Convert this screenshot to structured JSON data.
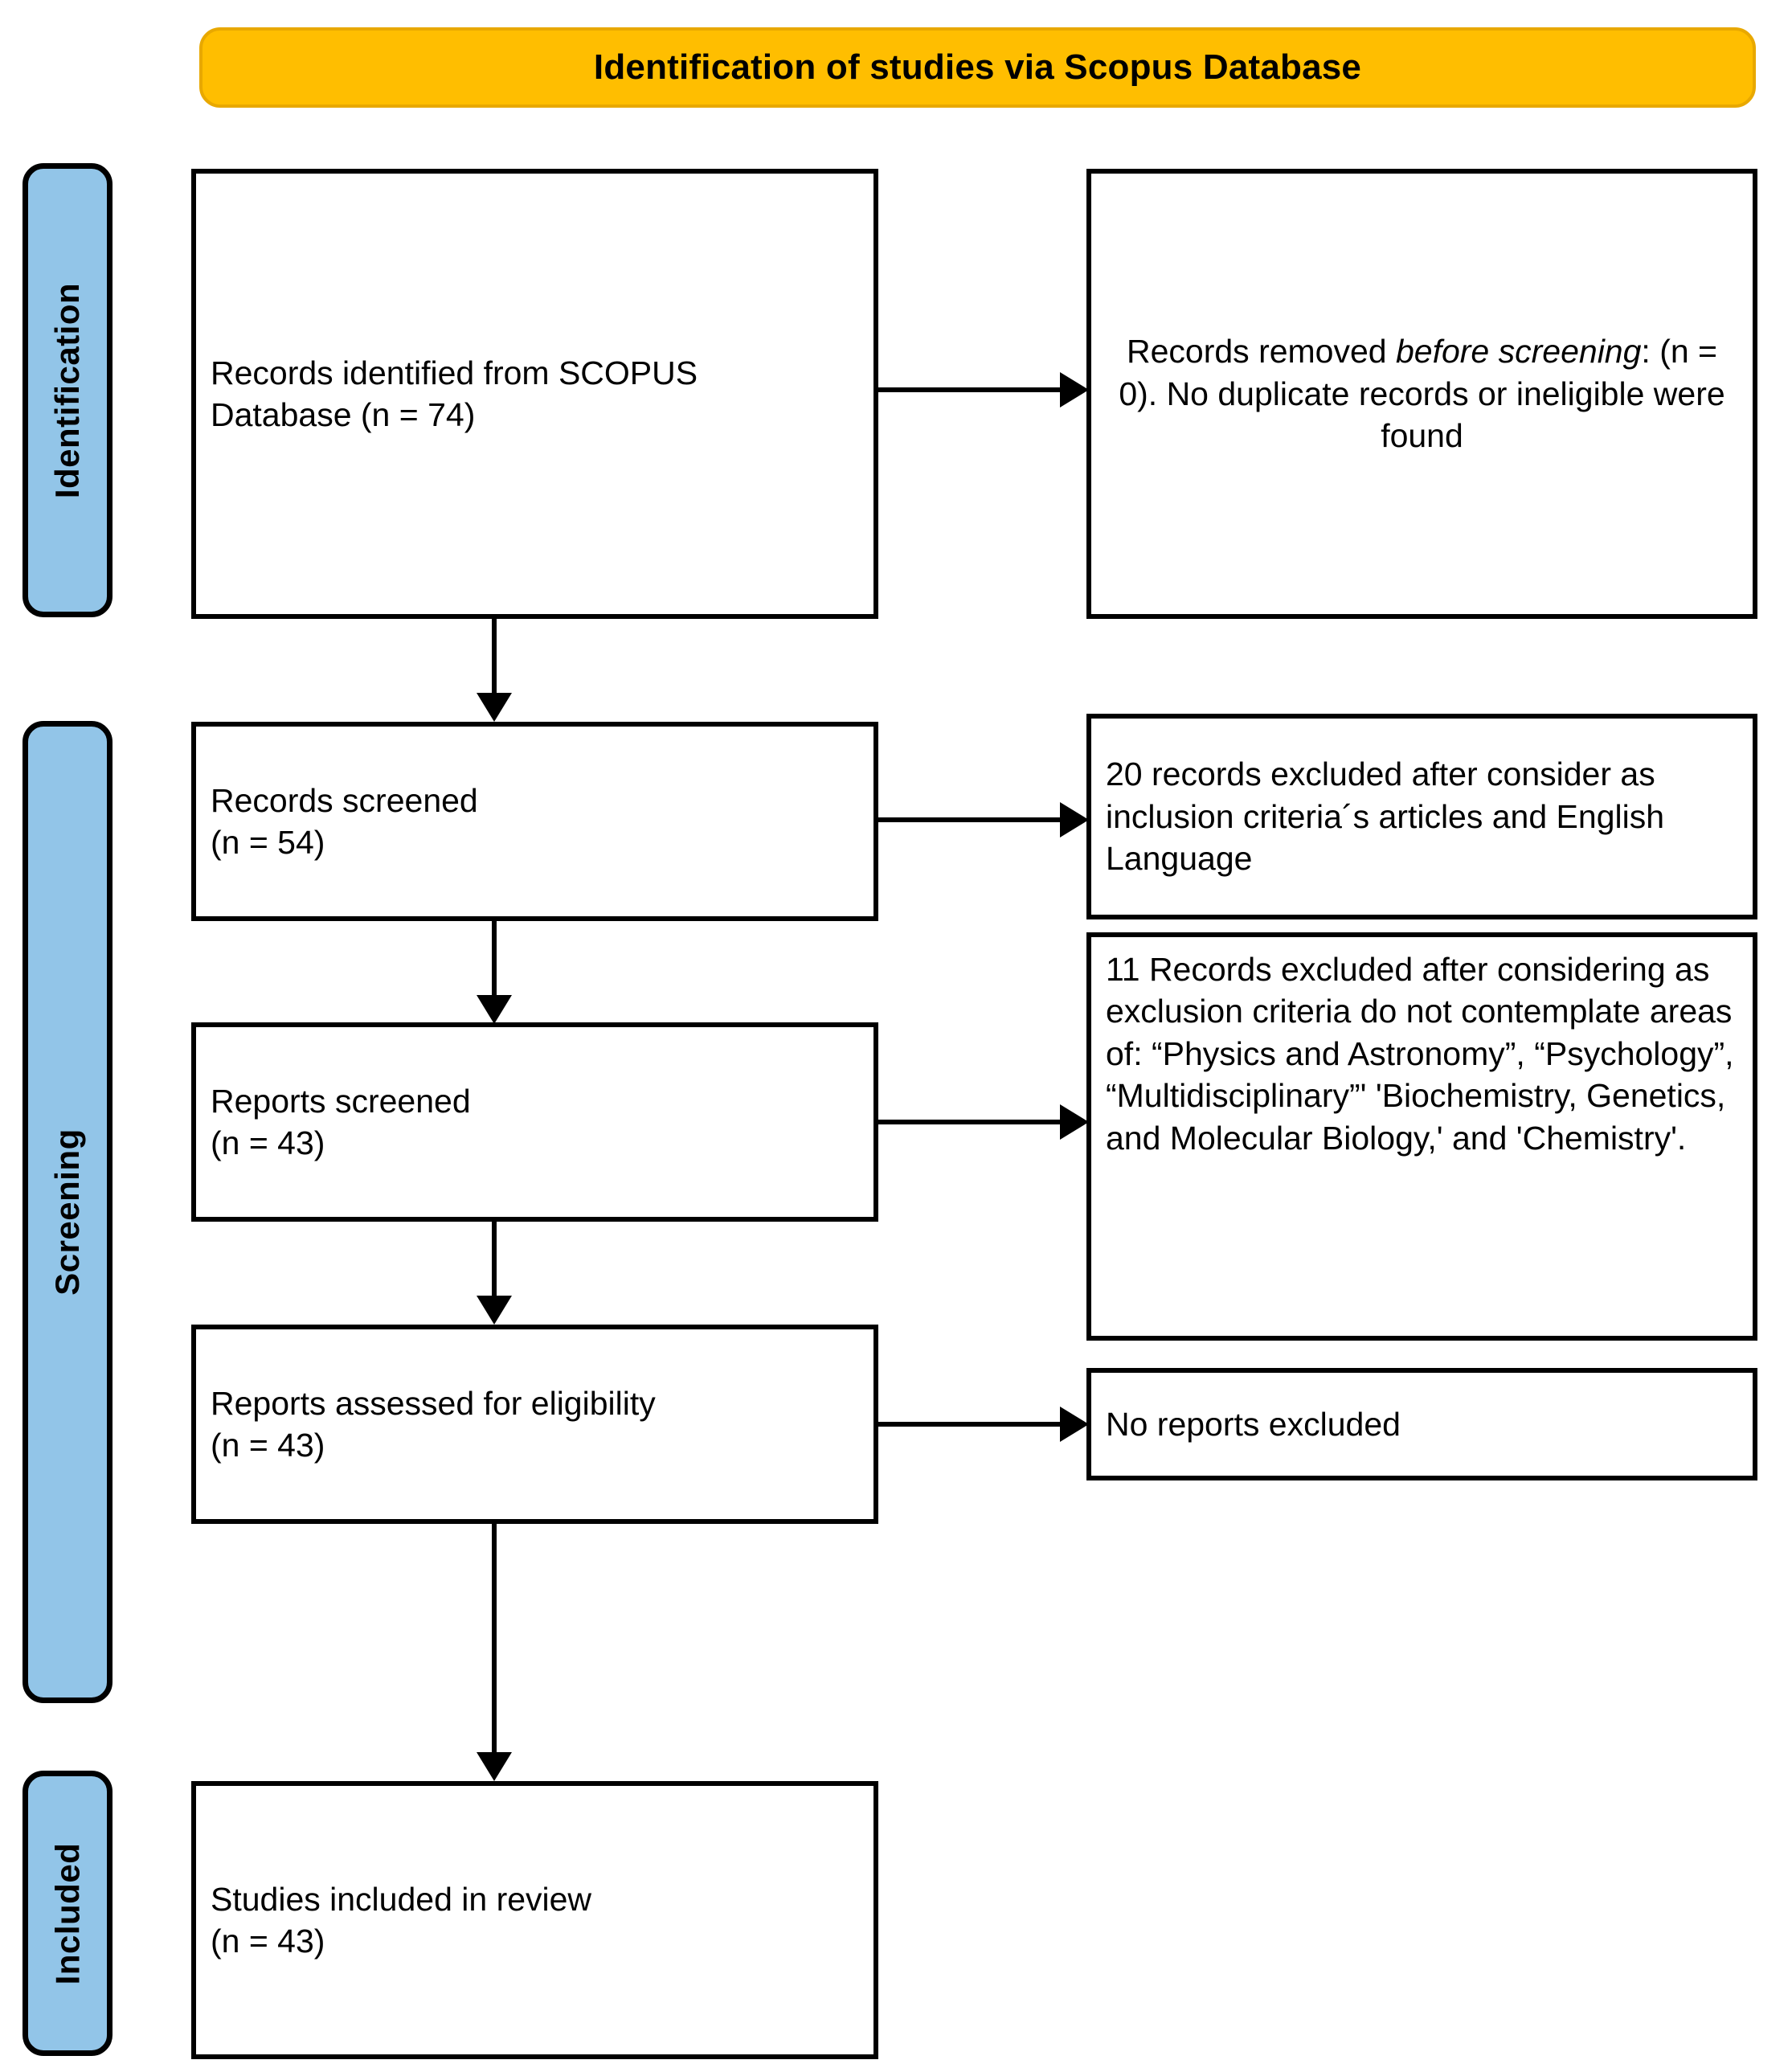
{
  "header": {
    "title": "Identification of studies via Scopus Database"
  },
  "stages": [
    {
      "id": "identification",
      "label": "Identification"
    },
    {
      "id": "screening",
      "label": "Screening"
    },
    {
      "id": "included",
      "label": "Included"
    }
  ],
  "boxes": {
    "records_identified": {
      "line1": "Records identified from SCOPUS",
      "line2": "Database (n = 74)"
    },
    "records_removed": {
      "prefix": "Records removed ",
      "italic": "before screening",
      "suffix": ": (n = 0). No duplicate records or ineligible were found"
    },
    "records_screened": {
      "line1": "Records screened",
      "line2": "(n = 54)"
    },
    "records_excluded_20": {
      "text": "20 records excluded after consider as inclusion criteria´s articles and English Language"
    },
    "reports_screened": {
      "line1": "Reports screened",
      "line2": "(n = 43)"
    },
    "records_excluded_11": {
      "text": "11 Records excluded after considering as exclusion criteria do not contemplate areas of: “Physics and Astronomy”, “Psychology”, “Multidisciplinary”' 'Biochemistry, Genetics, and Molecular Biology,' and 'Chemistry'."
    },
    "reports_assessed": {
      "line1": "Reports assessed for eligibility",
      "line2": "(n = 43)"
    },
    "no_reports_excluded": {
      "text": "No reports excluded"
    },
    "studies_included": {
      "line1": "Studies included in review",
      "line2": "(n = 43)"
    }
  },
  "colors": {
    "banner_fill": "#FFBE00",
    "banner_border": "#E8A800",
    "stage_fill": "#92C5E8",
    "box_border": "#000000",
    "connector": "#000000"
  },
  "chart_data": {
    "type": "diagram",
    "title": "Identification of studies via Scopus Database",
    "diagram_kind": "PRISMA flow diagram",
    "stages": [
      "Identification",
      "Screening",
      "Included"
    ],
    "nodes": [
      {
        "id": "records_identified",
        "stage": "Identification",
        "label": "Records identified from SCOPUS Database",
        "n": 74
      },
      {
        "id": "records_removed",
        "stage": "Identification",
        "label": "Records removed before screening. No duplicate records or ineligible were found",
        "n": 0
      },
      {
        "id": "records_screened",
        "stage": "Screening",
        "label": "Records screened",
        "n": 54
      },
      {
        "id": "records_excluded_20",
        "stage": "Screening",
        "label": "records excluded after consider as inclusion criteria´s articles and English Language",
        "n": 20
      },
      {
        "id": "reports_screened",
        "stage": "Screening",
        "label": "Reports screened",
        "n": 43
      },
      {
        "id": "records_excluded_11",
        "stage": "Screening",
        "label": "Records excluded after considering as exclusion criteria do not contemplate areas of: Physics and Astronomy, Psychology, Multidisciplinary, Biochemistry Genetics and Molecular Biology, and Chemistry",
        "n": 11
      },
      {
        "id": "reports_assessed",
        "stage": "Screening",
        "label": "Reports assessed for eligibility",
        "n": 43
      },
      {
        "id": "no_reports_excluded",
        "stage": "Screening",
        "label": "No reports excluded",
        "n": 0
      },
      {
        "id": "studies_included",
        "stage": "Included",
        "label": "Studies included in review",
        "n": 43
      }
    ],
    "edges": [
      {
        "from": "records_identified",
        "to": "records_removed",
        "direction": "right"
      },
      {
        "from": "records_identified",
        "to": "records_screened",
        "direction": "down"
      },
      {
        "from": "records_screened",
        "to": "records_excluded_20",
        "direction": "right"
      },
      {
        "from": "records_screened",
        "to": "reports_screened",
        "direction": "down"
      },
      {
        "from": "reports_screened",
        "to": "records_excluded_11",
        "direction": "right"
      },
      {
        "from": "reports_screened",
        "to": "reports_assessed",
        "direction": "down"
      },
      {
        "from": "reports_assessed",
        "to": "no_reports_excluded",
        "direction": "right"
      },
      {
        "from": "reports_assessed",
        "to": "studies_included",
        "direction": "down"
      }
    ]
  }
}
